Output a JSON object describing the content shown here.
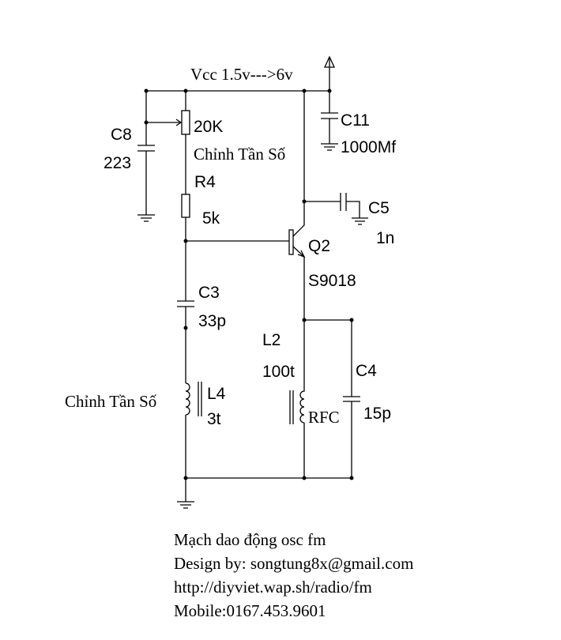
{
  "supply": {
    "label": "Vcc 1.5v--->6v"
  },
  "components": {
    "c8": {
      "name": "C8",
      "value": "223"
    },
    "pot": {
      "value": "20K",
      "note": "Chỉnh Tần Số"
    },
    "r4": {
      "name": "R4",
      "value": "5k"
    },
    "c11": {
      "name": "C11",
      "value": "1000Mf"
    },
    "c5": {
      "name": "C5",
      "value": "1n"
    },
    "q2": {
      "name": "Q2",
      "value": "S9018"
    },
    "c3": {
      "name": "C3",
      "value": "33p"
    },
    "l4": {
      "name": "L4",
      "value": "3t",
      "note": "Chỉnh Tần Số"
    },
    "l2": {
      "name": "L2",
      "value": "100t",
      "note": "RFC"
    },
    "c4": {
      "name": "C4",
      "value": "15p"
    }
  },
  "footer": {
    "title": "Mạch dao động osc fm",
    "design": "Design by: songtung8x@gmail.com",
    "url": "http://diyviet.wap.sh/radio/fm",
    "mobile": "Mobile:0167.453.9601"
  }
}
